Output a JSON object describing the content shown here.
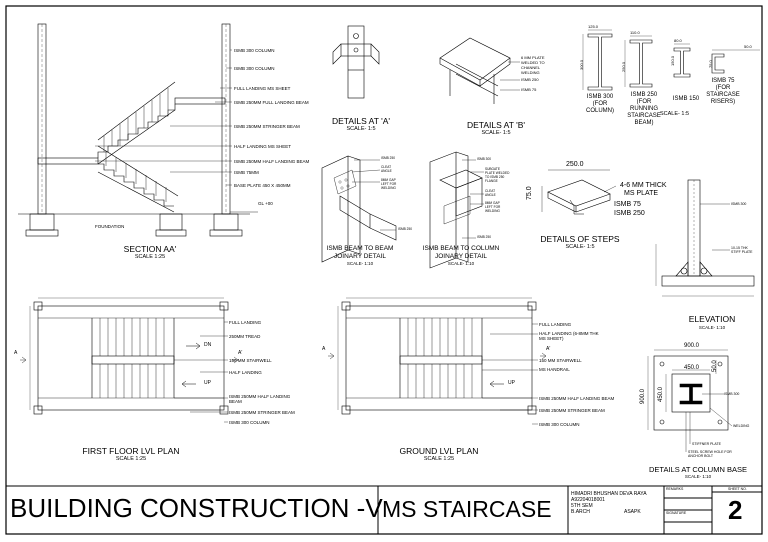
{
  "section_aa": {
    "title": "SECTION AA'",
    "scale": "SCALE 1:25",
    "foundation": "FOUNDATION",
    "gl": "GL +00",
    "labels": [
      "ISMB 300 COLUMN",
      "ISMB 300 COLUMN",
      "FULL LANDING MS SHEET",
      "ISMB 250MM FULL LANDING BEAM",
      "ISMB 250MM STRINGER BEAM",
      "HALF LANDING MS SHEET",
      "ISMB 250MM HALF LANDING BEAM",
      "ISMB 75MM",
      "BASE PLATE 450 X 450MM"
    ]
  },
  "detail_a": {
    "title": "DETAILS AT 'A'",
    "scale": "SCALE- 1:5"
  },
  "detail_b": {
    "title": "DETAILS AT 'B'",
    "scale": "SCALE- 1:5",
    "labels": [
      "6 MM PLATE",
      "WELDED TO",
      "CHANNEL",
      "WELDING",
      "ISMB 250",
      "ISMB 75"
    ]
  },
  "sections": {
    "scale": "SCALE- 1:5",
    "items": [
      {
        "dim_top": "125.0",
        "dim_side": "300.0",
        "caption": [
          "ISMB 300",
          "(FOR",
          "COLUMN)"
        ]
      },
      {
        "dim_top": "110.0",
        "dim_side": "250.0",
        "caption": [
          "ISMB 250",
          "(FOR",
          "RUNNING",
          "STAIRCASE",
          "BEAM)"
        ]
      },
      {
        "dim_top": "80.0",
        "dim_side": "150.0",
        "caption": [
          "ISMB 150"
        ]
      },
      {
        "dim_top": "50.0",
        "dim_side": "75.0",
        "caption": [
          "ISMB 75",
          "(FOR",
          "STAIRCASE",
          "RISERS)"
        ]
      }
    ]
  },
  "beam_beam": {
    "title": [
      "ISMB BEAM TO BEAM",
      "JOINARY DETAIL"
    ],
    "scale": "SCALE- 1:10",
    "labels": [
      "ISMB 250",
      "CLEAT",
      "ANGLE",
      "8MM GAP",
      "LEFT FOR",
      "WELDING",
      "ISMB 250"
    ]
  },
  "beam_column": {
    "title": [
      "ISMB BEAM TO COLUMN",
      "JOINARY DETAIL"
    ],
    "scale": "SCALE- 1:10",
    "labels": [
      "ISMB 300",
      "SUBGATE",
      "PLATE WELDED",
      "TO ISMB 250",
      "FLANGE",
      "CLEAT",
      "ANGLE",
      "8MM GAP",
      "LEFT FOR",
      "WELDING",
      "ISMB 250"
    ]
  },
  "steps": {
    "title": "DETAILS OF STEPS",
    "scale": "SCALE- 1:5",
    "dim_top": "250.0",
    "dim_side": "75.0",
    "labels": [
      "4-6 MM THICK",
      "MS PLATE",
      "ISMB 75",
      "ISMB 250"
    ]
  },
  "elevation": {
    "title": "ELEVATION",
    "scale": "SCALE- 1:10",
    "labels": [
      "ISMB 300",
      "10-15 THK",
      "STIFF PLATE"
    ]
  },
  "first_floor": {
    "title": "FIRST FLOOR LVL PLAN",
    "scale": "SCALE 1:25",
    "markers": [
      "A",
      "A'",
      "DN",
      "UP"
    ],
    "labels": [
      "FULL LANDING",
      "250MM TREAD",
      "150 MM STAIRWELL",
      "HALF LANDING",
      "ISMB 250MM HALF LANDING",
      "BEAM",
      "ISMB 250MM STRINGER BEAM",
      "ISMB 300 COLUMN"
    ]
  },
  "ground": {
    "title": "GROUND LVL PLAN",
    "scale": "SCALE 1:25",
    "markers": [
      "A",
      "A'",
      "UP"
    ],
    "labels": [
      "FULL LANDING",
      "HALF LANDING (6-8MM THK",
      "MS SHEET)",
      "150 MM STAIRWELL",
      "MS HANDRAIL",
      "ISMB 250MM HALF LANDING BEAM",
      "ISMB 250MM STRINGER BEAM",
      "ISMB 300 COLUMN"
    ]
  },
  "column_base": {
    "title": "DETAILS AT COLUMN BASE",
    "scale": "SCALE- 1:10",
    "dims": [
      "900.0",
      "450.0",
      "50.0",
      "900.0",
      "450.0"
    ],
    "labels": [
      "ISMB 300",
      "WELDING",
      "STIFFNER PLATE",
      "STEEL SCREW HOLE FOR",
      "ANCHOR BOLT"
    ]
  },
  "title_block": {
    "course": "BUILDING CONSTRUCTION -V",
    "project": "MS STAIRCASE",
    "student": [
      "HIMADRI BHUSHAN DEVA RAYA",
      "A92204018001",
      "5TH SEM",
      "B.ARCH"
    ],
    "school": "ASAPK",
    "remarks": "REMARKS",
    "sheet_no_label": "SHEET NO.",
    "signature": "SIGNATURE",
    "sheet_no": "2"
  }
}
